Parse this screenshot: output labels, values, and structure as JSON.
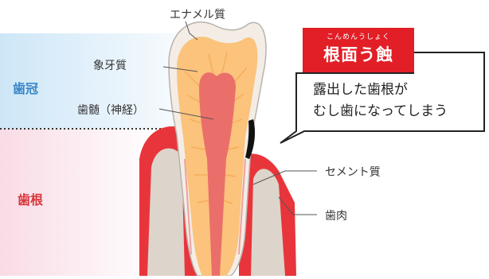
{
  "regions": {
    "crown": "歯冠",
    "root": "歯根"
  },
  "labels": {
    "enamel": "エナメル質",
    "dentin": "象牙質",
    "pulp": "歯髄（神経）",
    "cementum": "セメント質",
    "gum": "歯肉"
  },
  "note": {
    "ruby": "こんめんうしょく",
    "title": "根面う蝕",
    "line1": "露出した歯根が",
    "line2": "むし歯になってしまう"
  },
  "colors": {
    "crown_bg": "#d7ecf8",
    "root_bg": "#fbe3ea",
    "gum": "#e8353b",
    "bone": "#dcd3cb",
    "enamel": "#f3ede6",
    "dentin": "#fbc37b",
    "pulp": "#ea6f6a",
    "accent": "#e21e26"
  }
}
